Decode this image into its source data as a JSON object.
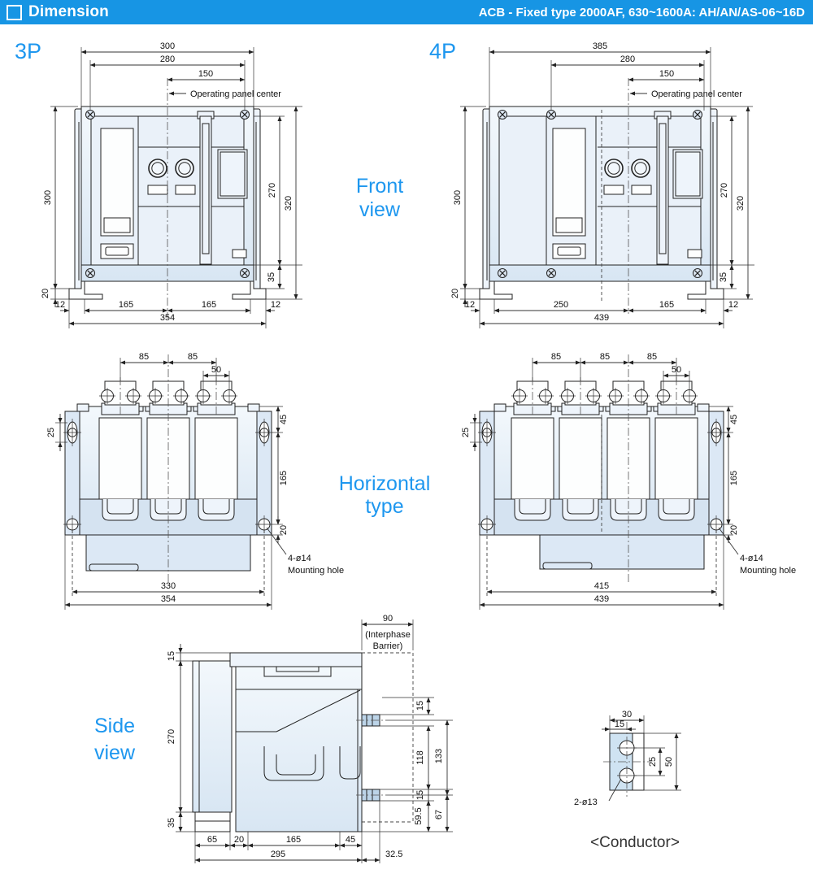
{
  "header": {
    "title": "Dimension",
    "subtitle": "ACB - Fixed type 2000AF, 630~1600A: AH/AN/AS-06~16D"
  },
  "labels": {
    "p3": "3P",
    "p4": "4P",
    "front1": "Front",
    "front2": "view",
    "horiz1": "Horizontal",
    "horiz2": "type",
    "side1": "Side",
    "side2": "view"
  },
  "front3": {
    "w300": "300",
    "w280": "280",
    "w150": "150",
    "note": "Operating panel center",
    "h300": "300",
    "h20": "20",
    "h270": "270",
    "h320": "320",
    "h35": "35",
    "b12l": "12",
    "b165l": "165",
    "b165r": "165",
    "b12r": "12",
    "b354": "354"
  },
  "front4": {
    "w385": "385",
    "w280": "280",
    "w150": "150",
    "note": "Operating panel center",
    "h300": "300",
    "h20": "20",
    "h270": "270",
    "h320": "320",
    "h35": "35",
    "b12l": "12",
    "b250": "250",
    "b165": "165",
    "b12r": "12",
    "b439": "439"
  },
  "horiz3": {
    "t85a": "85",
    "t85b": "85",
    "t50": "50",
    "l25": "25",
    "r45": "45",
    "r165": "165",
    "r20": "20",
    "hole1": "4-ø14",
    "hole2": "Mounting hole",
    "b330": "330",
    "b354": "354"
  },
  "horiz4": {
    "t85a": "85",
    "t85b": "85",
    "t85c": "85",
    "t50": "50",
    "l25": "25",
    "r45": "45",
    "r165": "165",
    "r20": "20",
    "hole1": "4-ø14",
    "hole2": "Mounting hole",
    "b415": "415",
    "b439": "439"
  },
  "side": {
    "t90": "90",
    "barrier1": "(Interphase",
    "barrier2": "Barrier)",
    "l15": "15",
    "l270": "270",
    "l35": "35",
    "r15a": "15",
    "r118": "118",
    "r133": "133",
    "r15b": "15",
    "r595": "59.5",
    "r67": "67",
    "b65": "65",
    "b20": "20",
    "b165": "165",
    "b45": "45",
    "b295": "295",
    "b325": "32.5"
  },
  "cond": {
    "w30": "30",
    "w15": "15",
    "h25": "25",
    "h50": "50",
    "holes": "2-ø13",
    "caption": "<Conductor>"
  },
  "colors": {
    "accent": "#1795e4",
    "drawing_fill": "#dce8f5",
    "line": "#222222"
  }
}
